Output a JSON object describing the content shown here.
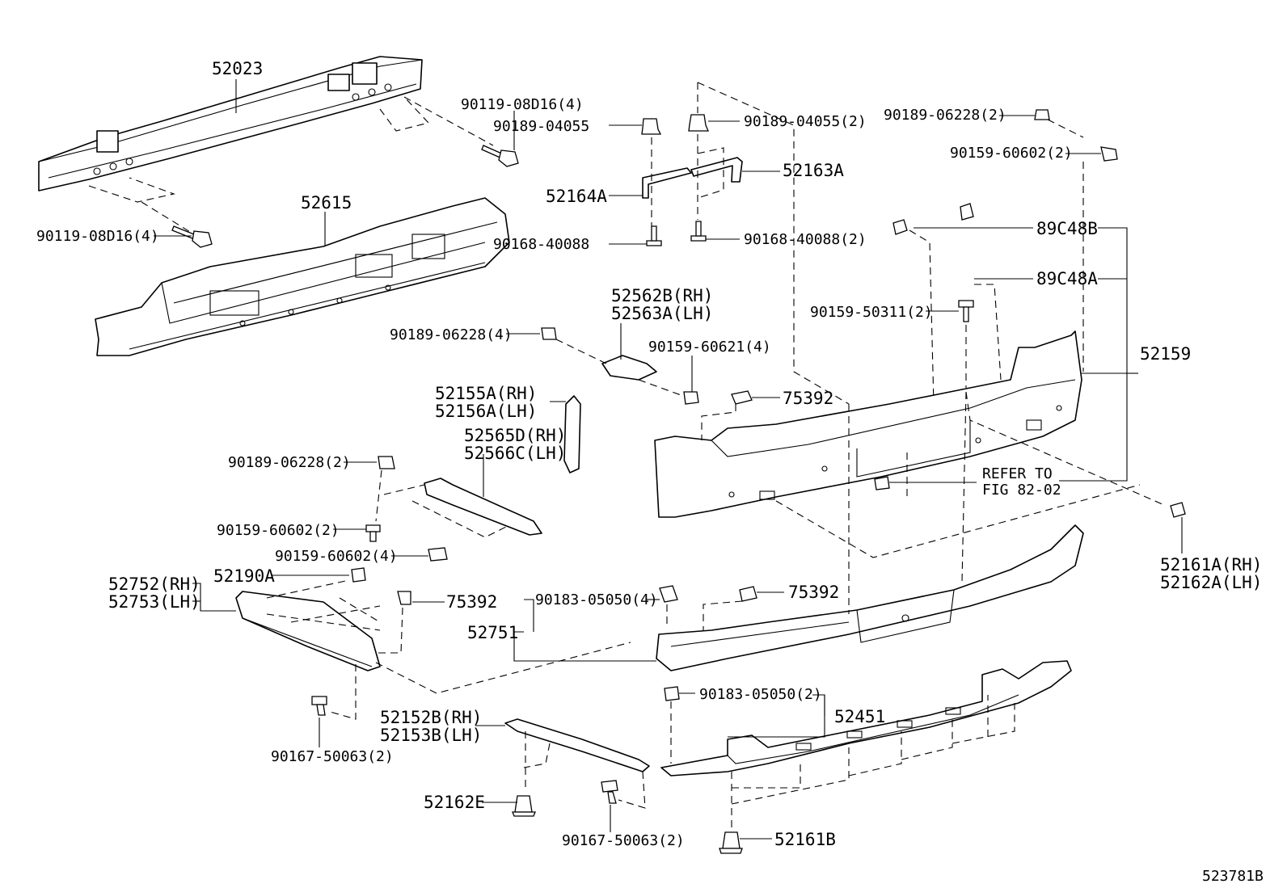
{
  "diagram_id": "523781B",
  "labels": {
    "p52023": "52023",
    "p52615": "52615",
    "p90119_a": "90119-08D16(4)",
    "p90119_b": "90119-08D16(4)",
    "p90189_04055": "90189-04055",
    "p90189_04055_2": "90189-04055(2)",
    "p52163A": "52163A",
    "p52164A": "52164A",
    "p90168_40088": "90168-40088",
    "p90168_40088_2": "90168-40088(2)",
    "p90189_06228_2_top": "90189-06228(2)",
    "p90159_60602_2_top": "90159-60602(2)",
    "p89C48B": "89C48B",
    "p89C48A": "89C48A",
    "p90159_50311": "90159-50311(2)",
    "p52159": "52159",
    "p52562B": "52562B(RH)",
    "p52563A": "52563A(LH)",
    "p90189_06228_4": "90189-06228(4)",
    "p90159_60621": "90159-60621(4)",
    "p75392_a": "75392",
    "p52155A": "52155A(RH)",
    "p52156A": "52156A(LH)",
    "p52565D": "52565D(RH)",
    "p52566C": "52566C(LH)",
    "p90189_06228_2_mid": "90189-06228(2)",
    "p90159_60602_2_mid": "90159-60602(2)",
    "p90159_60602_4": "90159-60602(4)",
    "refer_line1": "REFER TO",
    "refer_line2": "FIG 82-02",
    "p52161A": "52161A(RH)",
    "p52162A": "52162A(LH)",
    "p52752": "52752(RH)",
    "p52753": "52753(LH)",
    "p52190A": "52190A",
    "p75392_b": "75392",
    "p90183_05050_4": "90183-05050(4)",
    "p75392_c": "75392",
    "p52751": "52751",
    "p90183_05050_2": "90183-05050(2)",
    "p52451": "52451",
    "p52152B": "52152B(RH)",
    "p52153B": "52153B(LH)",
    "p90167_50063_a": "90167-50063(2)",
    "p52162E": "52162E",
    "p90167_50063_b": "90167-50063(2)",
    "p52161B": "52161B"
  }
}
